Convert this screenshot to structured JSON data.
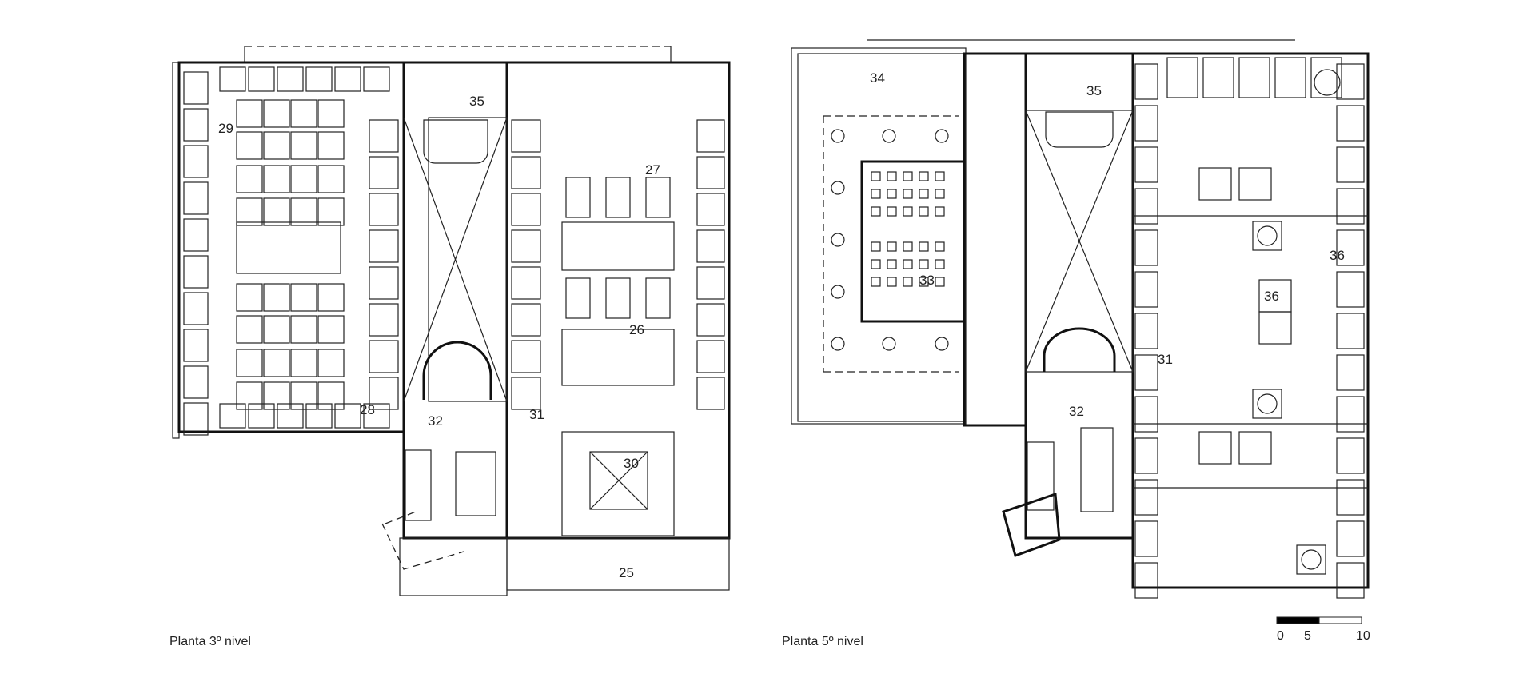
{
  "plans": [
    {
      "title": "Planta 3º nivel",
      "rooms": [
        "35",
        "29",
        "27",
        "26",
        "28",
        "32",
        "31",
        "30",
        "25"
      ]
    },
    {
      "title": "Planta 5º nivel",
      "rooms": [
        "34",
        "35",
        "33",
        "36",
        "36",
        "31",
        "32"
      ]
    }
  ],
  "scale_bar": {
    "ticks": [
      "0",
      "5",
      "10"
    ],
    "colors": {
      "filled": "#000000",
      "empty": "#ffffff"
    }
  }
}
